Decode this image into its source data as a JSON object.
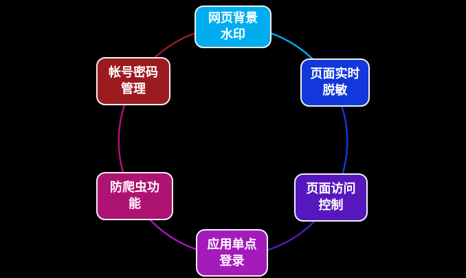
{
  "diagram": {
    "type": "cycle",
    "background_color": "#000000",
    "text_color": "#ffffff",
    "node_border_color": "#f2f2f2",
    "nodes": [
      {
        "id": "web-background-watermark",
        "position": "top",
        "label": "网页背景水印",
        "lines": [
          "网页背景",
          "水印"
        ],
        "color": "#00aeef"
      },
      {
        "id": "page-realtime-masking",
        "position": "top-right",
        "label": "页面实时脱敏",
        "lines": [
          "页面实时",
          "脱敏"
        ],
        "color": "#1238dc"
      },
      {
        "id": "page-access-control",
        "position": "bottom-right",
        "label": "页面访问控制",
        "lines": [
          "页面访问",
          "控制"
        ],
        "color": "#5618be"
      },
      {
        "id": "app-single-sign-on",
        "position": "bottom",
        "label": "应用单点登录",
        "lines": [
          "应用单点",
          "登录"
        ],
        "color": "#a51abb"
      },
      {
        "id": "anti-crawler-function",
        "position": "bottom-left",
        "label": "防爬虫功能",
        "lines": [
          "防爬虫功",
          "能"
        ],
        "color": "#ae1374"
      },
      {
        "id": "account-password-mgmt",
        "position": "top-left",
        "label": "帐号密码管理",
        "lines": [
          "帐号密码",
          "管理"
        ],
        "color": "#9c1b21"
      }
    ],
    "connectors": [
      {
        "from": "web-background-watermark",
        "to": "page-realtime-masking",
        "color": "#00aeef"
      },
      {
        "from": "page-realtime-masking",
        "to": "page-access-control",
        "color": "#1238dc"
      },
      {
        "from": "page-access-control",
        "to": "app-single-sign-on",
        "color": "#5618be"
      },
      {
        "from": "app-single-sign-on",
        "to": "anti-crawler-function",
        "color": "#a51abb"
      },
      {
        "from": "anti-crawler-function",
        "to": "account-password-mgmt",
        "color": "#ae1374"
      },
      {
        "from": "account-password-mgmt",
        "to": "web-background-watermark",
        "color": "#9c1b21"
      }
    ]
  }
}
